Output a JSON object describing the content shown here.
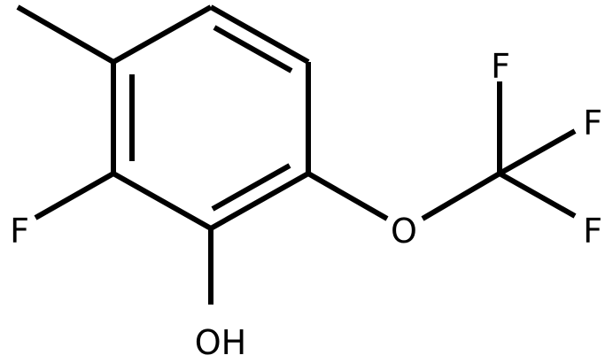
{
  "molecule": {
    "atoms": {
      "fluoro": "F",
      "hydroxyl": "OH",
      "ether_oxygen": "O",
      "cf3_fluorine_top": "F",
      "cf3_fluorine_right": "F",
      "cf3_fluorine_bottom": "F"
    },
    "colors": {
      "bond": "#000000",
      "label": "#000000",
      "background": "#ffffff"
    }
  }
}
